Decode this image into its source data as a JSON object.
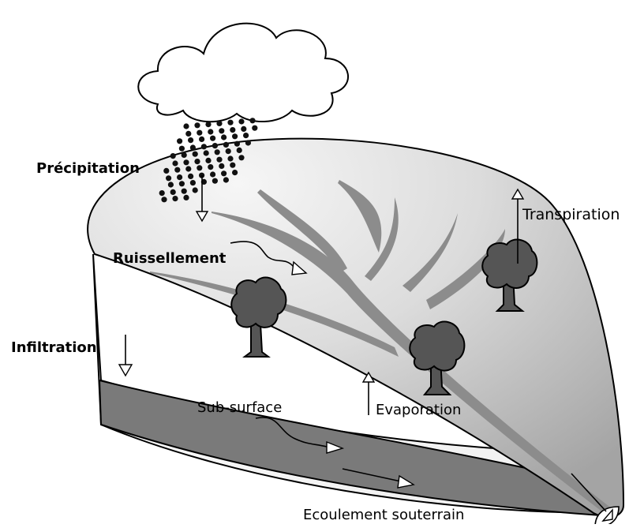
{
  "labels": {
    "precipitation": "Précipitation",
    "transpiration": "Transpiration",
    "ruissellement": "Ruissellement",
    "infiltration": "Infiltration",
    "sub_surface": "Sub-surface",
    "evaporation": "Evaporation",
    "ecoulement": "Ecoulement souterrain"
  },
  "colors": {
    "surface_light": "#f3f3f3",
    "surface_dark": "#a8a8a8",
    "river": "#8c8c8c",
    "soil_layer": "#7a7a7a",
    "tree": "#555555",
    "outline": "#000000"
  }
}
